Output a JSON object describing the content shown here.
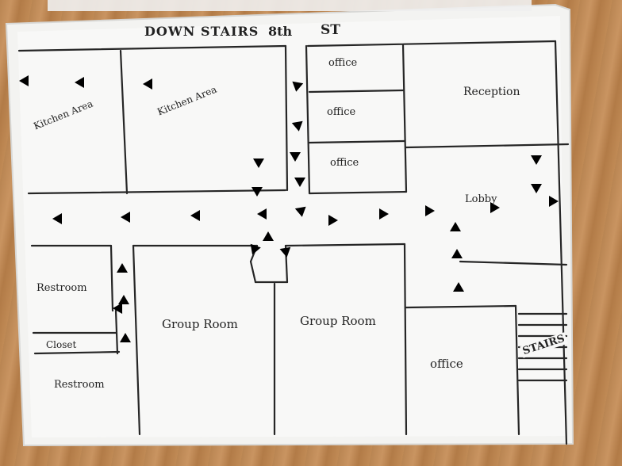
{
  "map": {
    "header": {
      "title": "DOWN STAIRS",
      "street": "8th",
      "suffix": "ST"
    },
    "rooms": {
      "kitchen_left": "Kitchen Area",
      "kitchen_right": "Kitchen Area",
      "office_1": "office",
      "office_2": "office",
      "office_3": "office",
      "reception": "Reception",
      "lobby": "Lobby",
      "restroom_upper": "Restroom",
      "closet": "Closet",
      "restroom_lower": "Restroom",
      "group_room_left": "Group Room",
      "group_room_right": "Group Room",
      "office_lower": "office",
      "stairs": "STAIRS"
    },
    "colors": {
      "arrow": "#d8343f",
      "paper": "#f4f4f2",
      "ink": "#262626",
      "wood": "#c08a55"
    },
    "route_arrow_count": 31
  }
}
